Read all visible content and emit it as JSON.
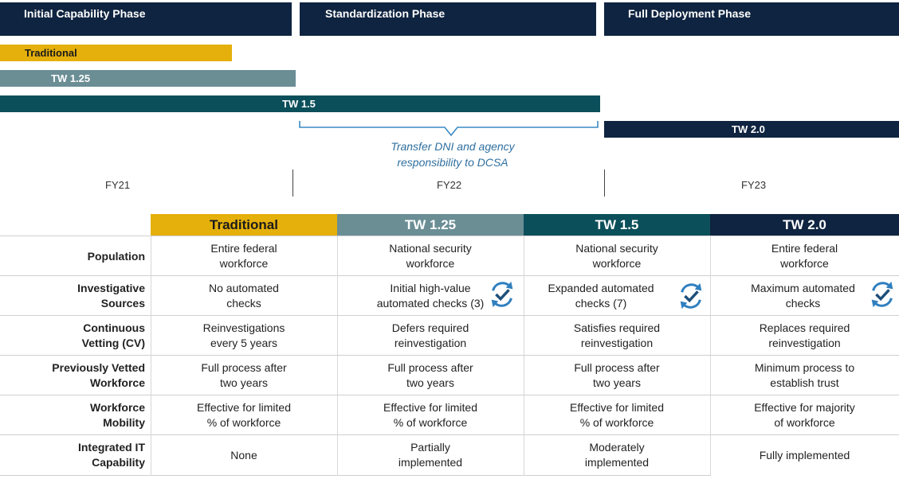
{
  "phases": [
    {
      "label": "Initial Capability Phase"
    },
    {
      "label": "Standardization Phase"
    },
    {
      "label": "Full Deployment Phase"
    }
  ],
  "bars": [
    {
      "label": "Traditional",
      "color": "#e5b00c"
    },
    {
      "label": "TW 1.25",
      "color": "#6b8e95"
    },
    {
      "label": "TW 1.5",
      "color": "#0b4f5a"
    },
    {
      "label": "TW 2.0",
      "color": "#0f2440"
    }
  ],
  "note": {
    "line1": "Transfer DNI and agency",
    "line2": "responsibility to DCSA"
  },
  "fiscal_years": [
    "FY21",
    "FY22",
    "FY23"
  ],
  "table": {
    "columns": [
      {
        "label": "Traditional",
        "color": "#e5b00c",
        "text_color": "#1a1a1a"
      },
      {
        "label": "TW 1.25",
        "color": "#6b8e95",
        "text_color": "#ffffff"
      },
      {
        "label": "TW 1.5",
        "color": "#0b4f5a",
        "text_color": "#ffffff"
      },
      {
        "label": "TW 2.0",
        "color": "#0f2440",
        "text_color": "#ffffff"
      }
    ],
    "rows": [
      {
        "label1": "Population",
        "label2": "",
        "cells": [
          [
            "Entire federal",
            "workforce"
          ],
          [
            "National security",
            "workforce"
          ],
          [
            "National security",
            "workforce"
          ],
          [
            "Entire federal",
            "workforce"
          ]
        ]
      },
      {
        "label1": "Investigative",
        "label2": "Sources",
        "cells": [
          [
            "No automated",
            "checks"
          ],
          [
            "Initial high-value",
            "automated checks (3)"
          ],
          [
            "Expanded automated",
            "checks (7)"
          ],
          [
            "Maximum automated",
            "checks"
          ]
        ]
      },
      {
        "label1": "Continuous",
        "label2": "Vetting (CV)",
        "cells": [
          [
            "Reinvestigations",
            "every 5 years"
          ],
          [
            "Defers required",
            "reinvestigation"
          ],
          [
            "Satisfies required",
            "reinvestigation"
          ],
          [
            "Replaces required",
            "reinvestigation"
          ]
        ]
      },
      {
        "label1": "Previously Vetted",
        "label2": "Workforce",
        "cells": [
          [
            "Full process after",
            "two years"
          ],
          [
            "Full process after",
            "two years"
          ],
          [
            "Full process after",
            "two years"
          ],
          [
            "Minimum process to",
            "establish trust"
          ]
        ]
      },
      {
        "label1": "Workforce",
        "label2": "Mobility",
        "cells": [
          [
            "Effective for limited",
            "% of workforce"
          ],
          [
            "Effective for limited",
            "% of workforce"
          ],
          [
            "Effective for limited",
            "% of workforce"
          ],
          [
            "Effective for majority",
            "of workforce"
          ]
        ]
      },
      {
        "label1": "Integrated IT",
        "label2": "Capability",
        "cells": [
          [
            "None",
            ""
          ],
          [
            "Partially",
            "implemented"
          ],
          [
            "Moderately",
            "implemented"
          ],
          [
            "Fully implemented",
            ""
          ]
        ]
      }
    ]
  },
  "icons": {
    "name": "automated-check-icon",
    "color": "#2f7fbf"
  }
}
